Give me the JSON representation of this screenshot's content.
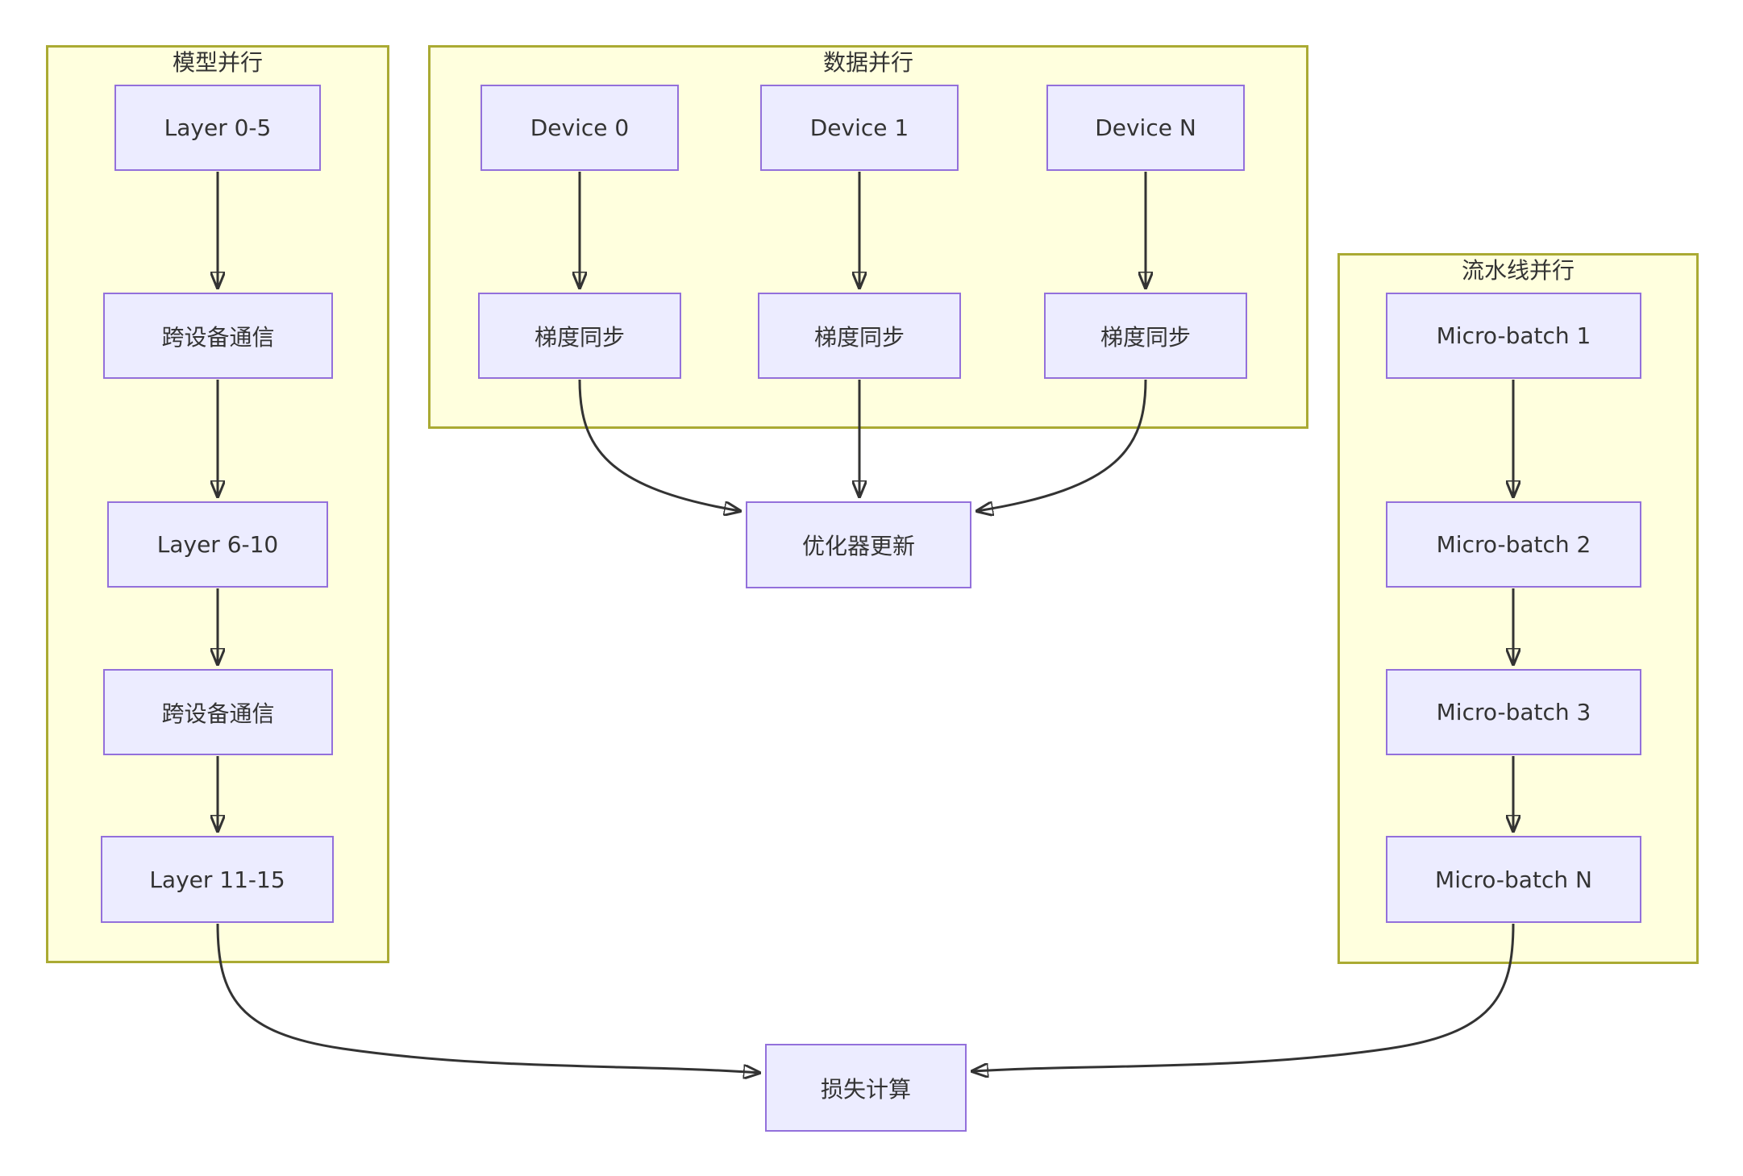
{
  "diagram": {
    "type": "flowchart",
    "clusters": {
      "model": {
        "title": "模型并行"
      },
      "data": {
        "title": "数据并行"
      },
      "pipeline": {
        "title": "流水线并行"
      }
    },
    "nodes": {
      "layer_0_5": "Layer 0-5",
      "comm_1": "跨设备通信",
      "layer_6_10": "Layer 6-10",
      "comm_2": "跨设备通信",
      "layer_11_15": "Layer 11-15",
      "device_0": "Device 0",
      "device_1": "Device 1",
      "device_n": "Device N",
      "grad_sync_0": "梯度同步",
      "grad_sync_1": "梯度同步",
      "grad_sync_n": "梯度同步",
      "optimizer_update": "优化器更新",
      "micro_batch_1": "Micro-batch 1",
      "micro_batch_2": "Micro-batch 2",
      "micro_batch_3": "Micro-batch 3",
      "micro_batch_n": "Micro-batch N",
      "loss_compute": "损失计算"
    },
    "colors": {
      "node_fill": "#ECECFF",
      "node_border": "#9370DB",
      "cluster_fill": "#FFFFDE",
      "cluster_border": "#AAAA33",
      "edge": "#333333",
      "text": "#333333"
    }
  }
}
